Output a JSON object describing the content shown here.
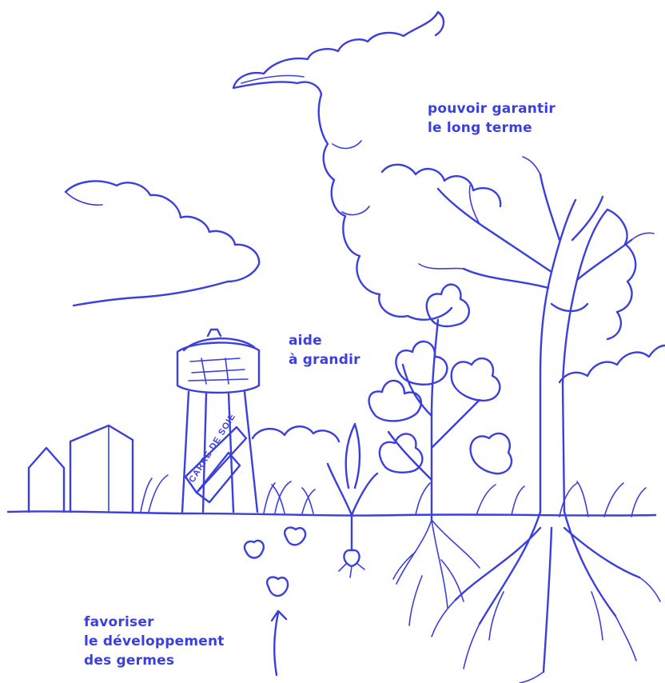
{
  "colors": {
    "ink": "#3b3fdc",
    "paper": "#ffffff"
  },
  "captions": {
    "long_term": {
      "line1": "pouvoir garantir",
      "line2": "le long terme"
    },
    "grow": {
      "line1": "aide",
      "line2": "à grandir"
    },
    "germs": {
      "line1": "favoriser",
      "line2": "le développement",
      "line3": "des germes"
    }
  },
  "water_tower": {
    "banner_text": "CARRÉ DE SOIE"
  },
  "icons": [
    "cloud-icon",
    "tree-icon",
    "plant-icon",
    "seed-icon",
    "arrow-icon",
    "water-tower-icon",
    "building-icon"
  ]
}
